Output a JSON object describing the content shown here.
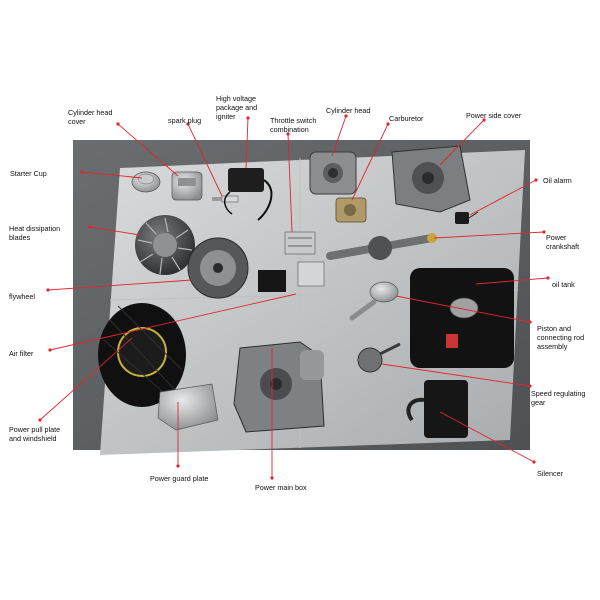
{
  "labels": {
    "cylinder_head_cover": "Cylinder head\ncover",
    "spark_plug": "spark plug",
    "high_voltage": "High voltage\npackage and\nigniter",
    "throttle_switch": "Throttle switch\ncombination",
    "cylinder_head": "Cylinder head",
    "carburetor": "Carburetor",
    "power_side_cover": "Power side cover",
    "starter_cup": "Starter Cup",
    "oil_alarm": "Oil alarm",
    "heat_blades": "Heat dissipation\nblades",
    "power_crankshaft": "Power\ncrankshaft",
    "oil_tank": "oil tank",
    "flywheel": "flywheel",
    "piston": "Piston and\nconnecting rod\nassembly",
    "air_filter": "Air filter",
    "speed_gear": "Speed regulating\ngear",
    "pull_plate": "Power pull plate\nand windshield",
    "silencer": "Silencer",
    "guard_plate": "Power guard plate",
    "main_box": "Power main box"
  },
  "colors": {
    "leader_line": "#e0262e",
    "label_text": "#111111",
    "background": "#ffffff"
  }
}
